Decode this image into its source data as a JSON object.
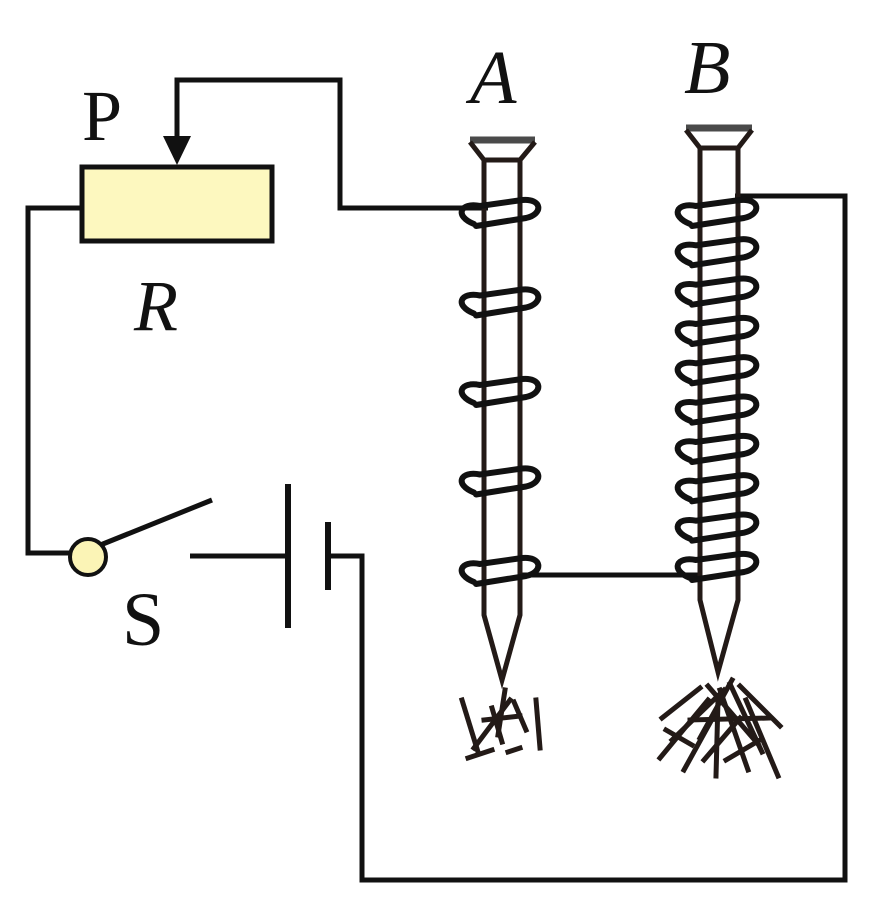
{
  "labels": {
    "slider": "P",
    "resistor": "R",
    "switch": "S",
    "nail_a": "A",
    "nail_b": "B"
  },
  "colors": {
    "wire": "#111111",
    "nail": "#231a17",
    "nail_cap": "#4a4a4a",
    "resistor_fill": "#fdf8bf",
    "switch_pivot_fill": "#fbf4b6"
  },
  "coil_turns": {
    "nail_a": 5,
    "nail_b": 10
  }
}
